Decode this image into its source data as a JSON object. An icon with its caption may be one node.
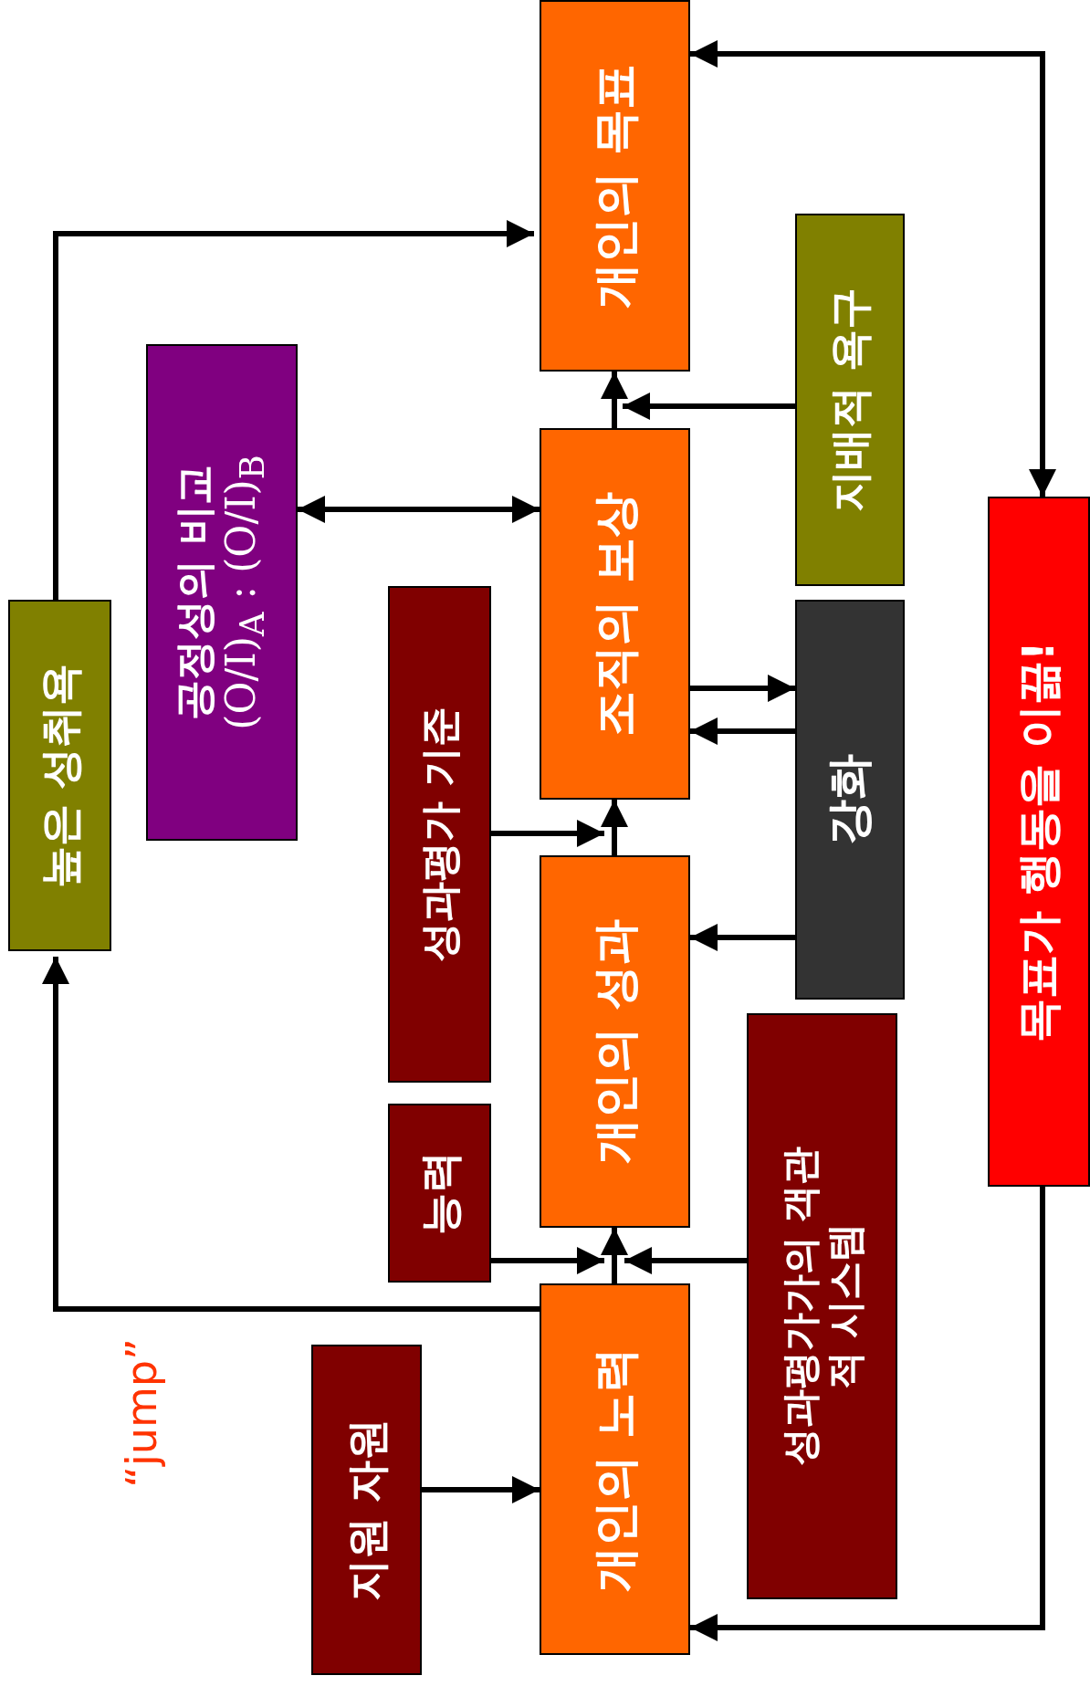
{
  "diagram": {
    "nodes": [
      {
        "text": [
          "개인의 목표"
        ]
      },
      {
        "text": [
          "지배적 욕구"
        ]
      },
      {
        "text": [
          "공정성의 비교",
          "(O/I)$_{A}$ : (O/I)$_{B}$"
        ]
      },
      {
        "text": [
          "조직의 보상"
        ]
      },
      {
        "text": [
          "높은 성취욕"
        ]
      },
      {
        "text": [
          "성과평가 기준"
        ]
      },
      {
        "text": [
          "강화"
        ]
      },
      {
        "text": [
          "목표가 행동을 이끎!"
        ]
      },
      {
        "text": [
          "개인의 성과"
        ]
      },
      {
        "text": [
          "성과평가가의 객관적 시스템"
        ]
      },
      {
        "text": [
          "능력"
        ]
      },
      {
        "text": [
          "개인의 노력"
        ]
      },
      {
        "text": [
          "지원 자원"
        ]
      }
    ],
    "edges": [
      {
        "from": 0,
        "to": 7,
        "arrow": "both"
      },
      {
        "from": 3,
        "to": 0,
        "arrow": "to"
      },
      {
        "from": 1,
        "to": 0,
        "arrow": "to"
      },
      {
        "from": 2,
        "to": 3,
        "arrow": "both"
      },
      {
        "from": 4,
        "to": 0,
        "arrow": "to"
      },
      {
        "from": 3,
        "to": 6,
        "arrow": "to"
      },
      {
        "from": 6,
        "to": 3,
        "arrow": "to"
      },
      {
        "from": 6,
        "to": 8,
        "arrow": "to"
      },
      {
        "from": 8,
        "to": 3,
        "arrow": "to"
      },
      {
        "from": 5,
        "to": 3,
        "arrow": "to"
      },
      {
        "from": 11,
        "to": 8,
        "arrow": "to"
      },
      {
        "from": 10,
        "to": 8,
        "arrow": "to"
      },
      {
        "from": 9,
        "to": 8,
        "arrow": "to"
      },
      {
        "from": 11,
        "to": 4,
        "arrow": "to"
      },
      {
        "from": 12,
        "to": 11,
        "arrow": "to"
      },
      {
        "from": 7,
        "to": 11,
        "arrow": "to"
      }
    ],
    "labels": [
      "“jump”"
    ]
  }
}
